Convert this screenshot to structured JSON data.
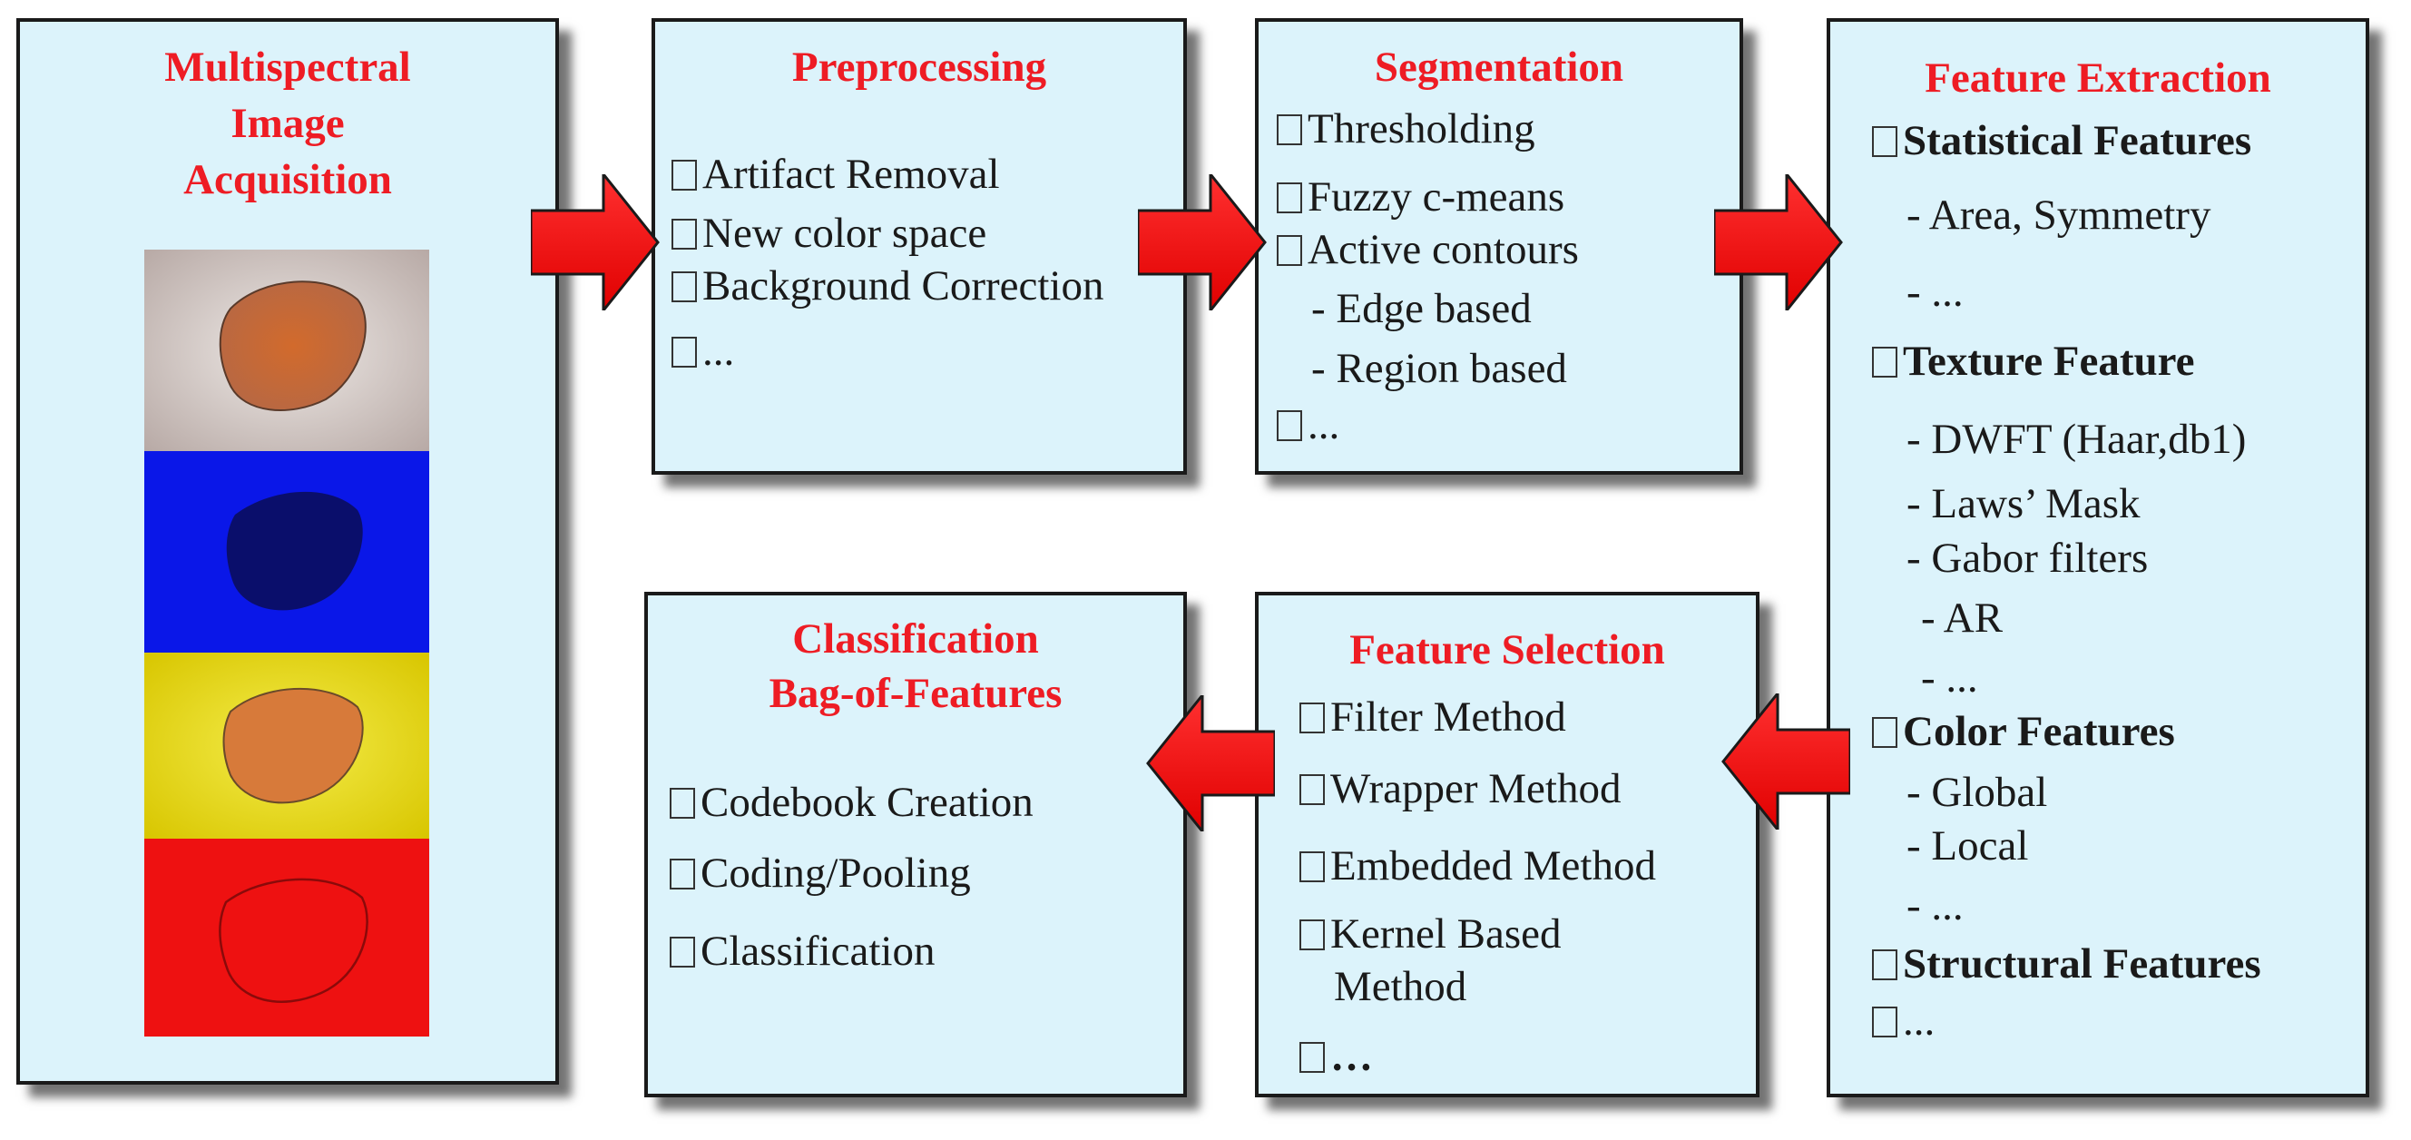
{
  "acquisition": {
    "title_lines": [
      "Multispectral",
      "Image",
      "Acquisition"
    ],
    "band_colors": [
      "#d9d2cf",
      "#0a17e8",
      "#e8dc12",
      "#ee1111"
    ]
  },
  "preprocessing": {
    "title": "Preprocessing",
    "items": [
      "Artifact Removal",
      "New color space",
      "Background Correction",
      "..."
    ]
  },
  "segmentation": {
    "title": "Segmentation",
    "items": [
      "Thresholding",
      "Fuzzy c-means",
      "Active contours",
      "- Edge based",
      "- Region based",
      "..."
    ]
  },
  "feature_extraction": {
    "title": "Feature Extraction",
    "items": [
      "Statistical Features",
      "- Area, Symmetry",
      "- ...",
      "Texture Feature",
      "- DWFT (Haar,db1)",
      "- Laws’ Mask",
      "- Gabor filters",
      "- AR",
      "- ...",
      "Color Features",
      "- Global",
      "- Local",
      "- ...",
      "Structural Features",
      "..."
    ]
  },
  "feature_selection": {
    "title": "Feature Selection",
    "items": [
      "Filter Method",
      "Wrapper Method",
      "Embedded Method",
      "Kernel Based",
      "Method",
      "…"
    ]
  },
  "classification": {
    "title_lines": [
      "Classification",
      "Bag-of-Features"
    ],
    "items": [
      "Codebook Creation",
      "Coding/Pooling",
      "Classification"
    ]
  },
  "colors": {
    "title_red": "#ee1c24",
    "box_fill": "#dcf3fb",
    "arrow_red": "#ff0000"
  }
}
